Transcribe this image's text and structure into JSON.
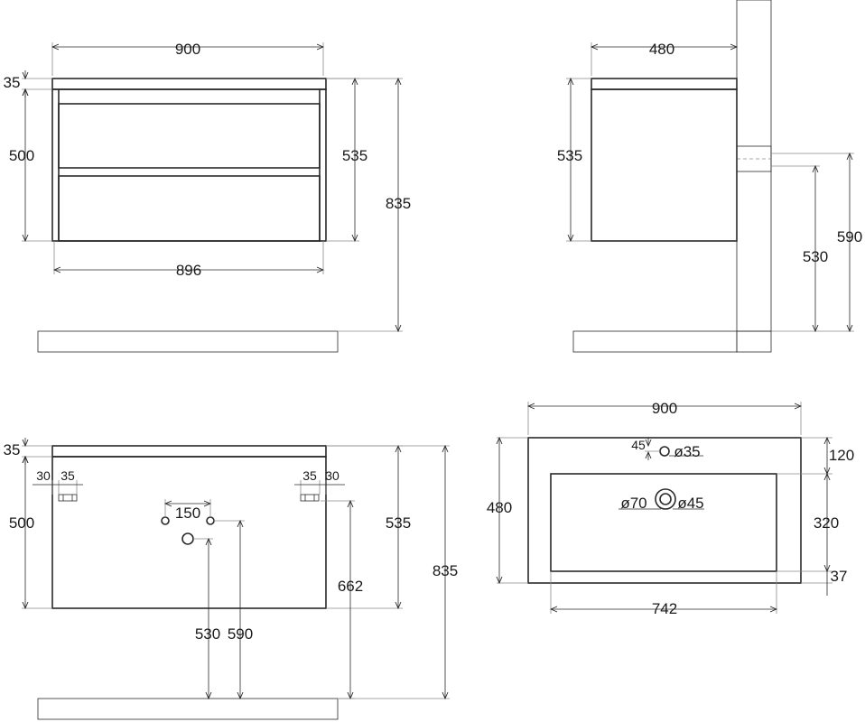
{
  "views": {
    "front": {
      "width_top": "900",
      "top_thickness": "35",
      "body_height": "500",
      "side_height": "535",
      "total_height": "835",
      "width_bottom": "896"
    },
    "side": {
      "depth": "480",
      "height": "535",
      "mount_590": "590",
      "mount_530": "530"
    },
    "back": {
      "top_thickness": "35",
      "body_height": "500",
      "left_offset_30": "30",
      "left_offset_35": "35",
      "right_offset_35": "35",
      "right_offset_30": "30",
      "hole_spacing": "150",
      "side_height": "535",
      "height_662": "662",
      "total_height": "835",
      "bottom_530": "530",
      "bottom_590": "590"
    },
    "top": {
      "width": "900",
      "tap_offset": "45",
      "tap_diameter": "ø35",
      "depth": "480",
      "front_edge": "120",
      "bowl_depth": "320",
      "rear_edge": "37",
      "drain_outer": "ø70",
      "drain_inner": "ø45",
      "bowl_width": "742"
    }
  }
}
